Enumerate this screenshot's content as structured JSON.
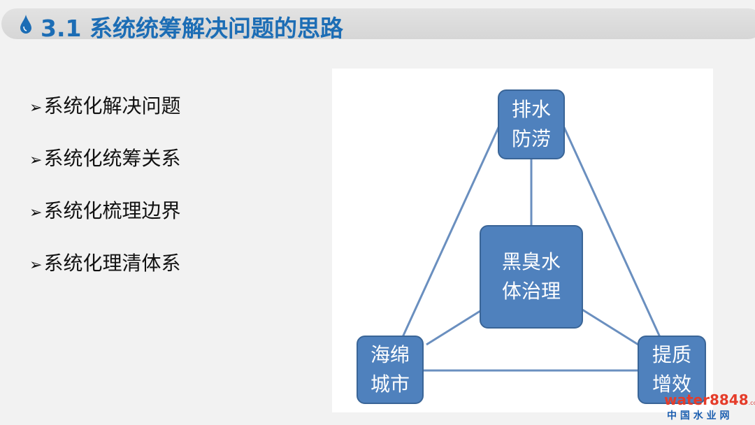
{
  "title": "3.1 系统统筹解决问题的思路",
  "bullets": [
    "系统化解决问题",
    "系统化统筹关系",
    "系统化梳理边界",
    "系统化理清体系"
  ],
  "bullet_marker": "➢",
  "diagram": {
    "top": "排水\n防涝",
    "center": "黑臭水\n体治理",
    "bottom_left": "海绵\n城市",
    "bottom_right": "提质\n增效"
  },
  "watermark": {
    "brand": "water8848",
    "domain": ".com",
    "cn": "中 国 水 业 网"
  },
  "colors": {
    "title": "#1c6db5",
    "node": "#4f81bd",
    "line": "#6a8fbf"
  }
}
